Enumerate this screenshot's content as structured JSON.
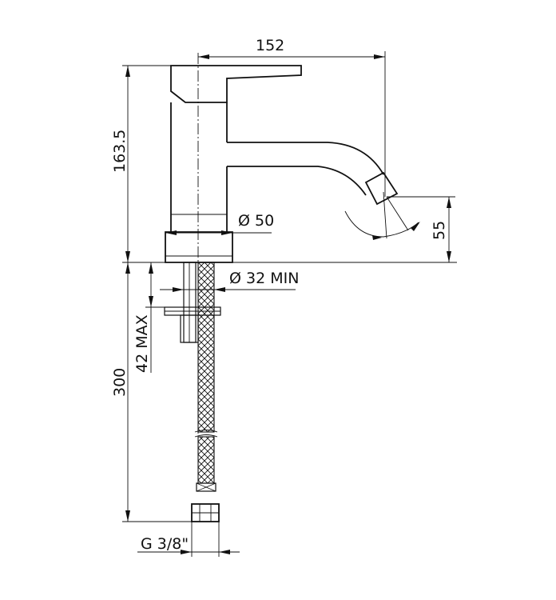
{
  "dimensions": {
    "spout_reach": "152",
    "total_height": "163.5",
    "body_diameter": "Ø 50",
    "hole_diameter": "Ø 32  MIN",
    "deck_thickness": "42 MAX",
    "hose_length": "300",
    "spout_outlet_height": "55",
    "connection_thread": "G 3/8\""
  },
  "colors": {
    "line": "#111111",
    "background": "#ffffff"
  }
}
